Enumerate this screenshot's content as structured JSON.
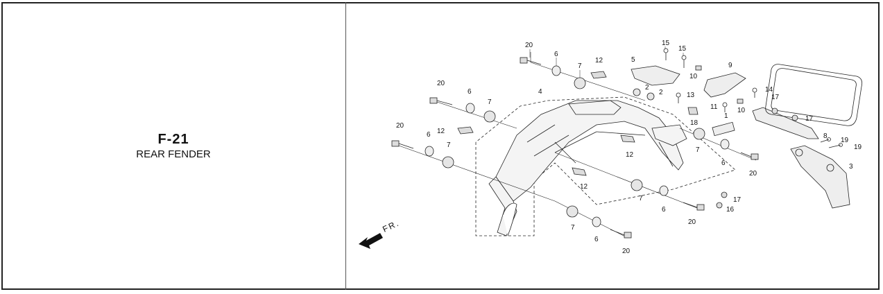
{
  "section": {
    "code": "F-21",
    "title": "REAR FENDER"
  },
  "diagram": {
    "direction_label": "FR.",
    "callouts": [
      {
        "id": "c20a",
        "text": "20"
      },
      {
        "id": "c6a",
        "text": "6"
      },
      {
        "id": "c7a",
        "text": "7"
      },
      {
        "id": "c12a",
        "text": "12"
      },
      {
        "id": "c20b",
        "text": "20"
      },
      {
        "id": "c6b",
        "text": "6"
      },
      {
        "id": "c7b",
        "text": "7"
      },
      {
        "id": "c4",
        "text": "4"
      },
      {
        "id": "c20c",
        "text": "20"
      },
      {
        "id": "c6c",
        "text": "6"
      },
      {
        "id": "c7c",
        "text": "7"
      },
      {
        "id": "c12b",
        "text": "12"
      },
      {
        "id": "c5",
        "text": "5"
      },
      {
        "id": "c15a",
        "text": "15"
      },
      {
        "id": "c15b",
        "text": "15"
      },
      {
        "id": "c2a",
        "text": "2"
      },
      {
        "id": "c2b",
        "text": "2"
      },
      {
        "id": "c10a",
        "text": "10"
      },
      {
        "id": "c13",
        "text": "13"
      },
      {
        "id": "c9",
        "text": "9"
      },
      {
        "id": "c14",
        "text": "14"
      },
      {
        "id": "c11",
        "text": "11"
      },
      {
        "id": "c10b",
        "text": "10"
      },
      {
        "id": "c17a",
        "text": "17"
      },
      {
        "id": "c17b",
        "text": "17"
      },
      {
        "id": "c18",
        "text": "18"
      },
      {
        "id": "c1",
        "text": "1"
      },
      {
        "id": "c8",
        "text": "8"
      },
      {
        "id": "c19a",
        "text": "19"
      },
      {
        "id": "c19b",
        "text": "19"
      },
      {
        "id": "c3",
        "text": "3"
      },
      {
        "id": "c7d",
        "text": "7"
      },
      {
        "id": "c6d",
        "text": "6"
      },
      {
        "id": "c20d",
        "text": "20"
      },
      {
        "id": "c12c",
        "text": "12"
      },
      {
        "id": "c12d",
        "text": "12"
      },
      {
        "id": "c7e",
        "text": "7"
      },
      {
        "id": "c6e",
        "text": "6"
      },
      {
        "id": "c20e",
        "text": "20"
      },
      {
        "id": "c17c",
        "text": "17"
      },
      {
        "id": "c16",
        "text": "16"
      },
      {
        "id": "c7f",
        "text": "7"
      },
      {
        "id": "c6f",
        "text": "6"
      },
      {
        "id": "c20f",
        "text": "20"
      }
    ]
  }
}
